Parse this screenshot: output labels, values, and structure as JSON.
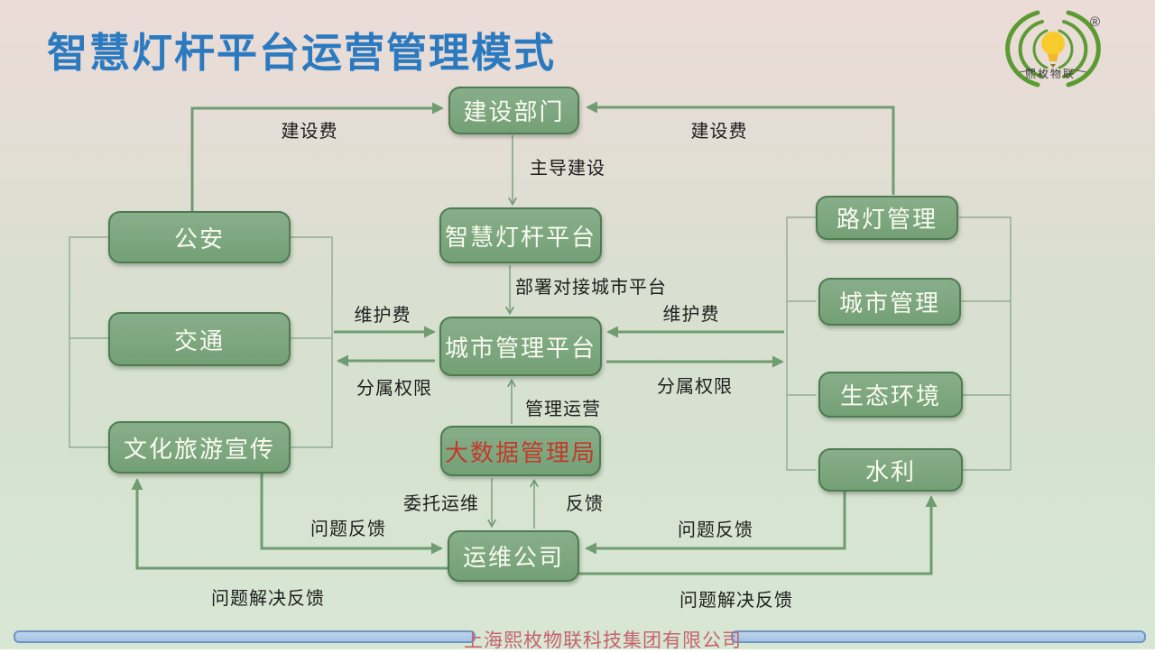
{
  "title": "智慧灯杆平台运营管理模式",
  "logo": {
    "registered": "®",
    "text": "熙枚物联"
  },
  "nodes": {
    "construction": "建设部门",
    "platform": "智慧灯杆平台",
    "city_platform": "城市管理平台",
    "big_data": "大数据管理局",
    "om_company": "运维公司",
    "police": "公安",
    "traffic": "交通",
    "culture": "文化旅游宣传",
    "street_light": "路灯管理",
    "city_mgmt": "城市管理",
    "ecology": "生态环境",
    "water": "水利"
  },
  "edge_labels": {
    "build_fee_left": "建设费",
    "build_fee_right": "建设费",
    "lead_build": "主导建设",
    "deploy": "部署对接城市平台",
    "maint_fee_left": "维护费",
    "maint_fee_right": "维护费",
    "perm_left": "分属权限",
    "perm_right": "分属权限",
    "manage_operate": "管理运营",
    "entrust": "委托运维",
    "feedback": "反馈",
    "issue_fb_left": "问题反馈",
    "issue_fb_right": "问题反馈",
    "issue_resolve_left": "问题解决反馈",
    "issue_resolve_right": "问题解决反馈"
  },
  "footer": {
    "company": "上海熙枚物联科技集团有限公司"
  },
  "colors": {
    "title_blue": "#2B7AC0",
    "box_green": "#7DA77F",
    "box_border": "#4E7B50",
    "arrow_green": "#6F9C71",
    "red_text": "#C3392B",
    "footer_text": "#C6636C",
    "bar_blue": "#A9C7E7"
  }
}
